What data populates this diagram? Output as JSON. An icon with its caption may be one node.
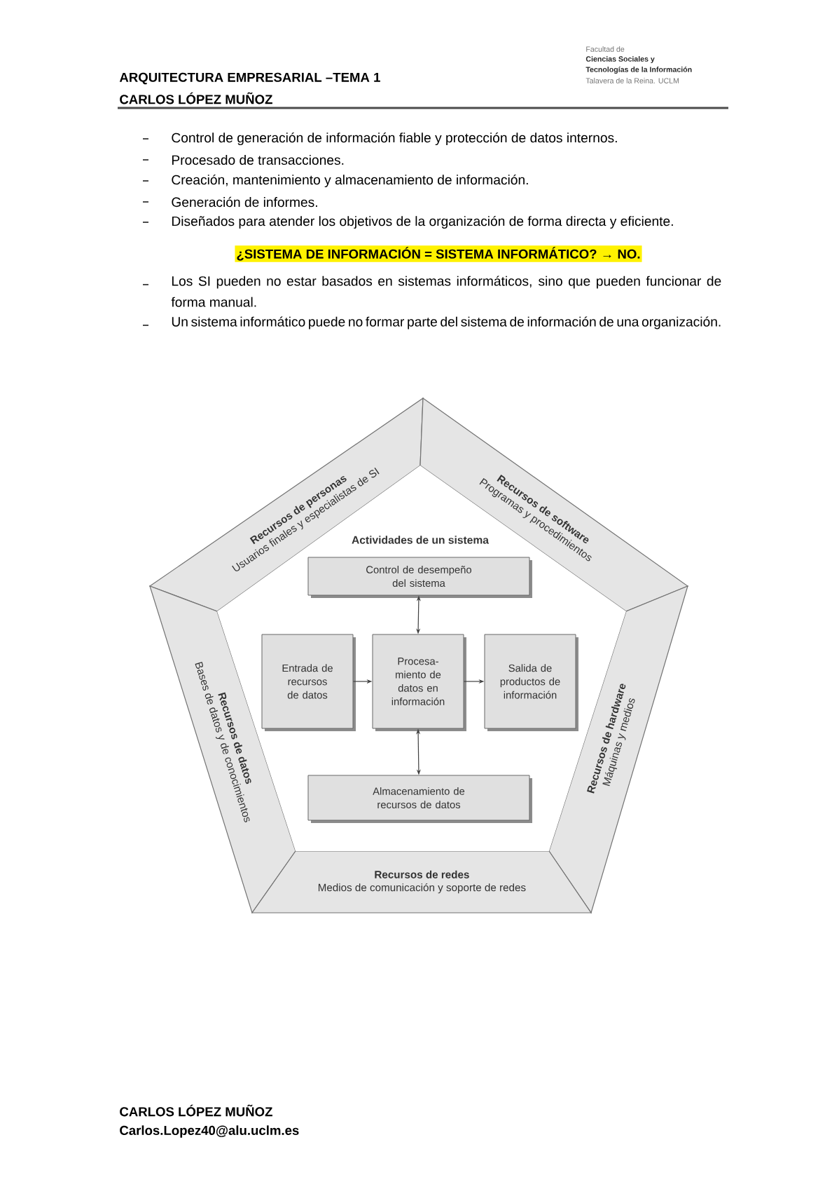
{
  "diagram": {
    "nodes": [
      {
        "text": [
          "Recursos de personas",
          "Usuarios finales y especialistas de SI"
        ]
      },
      {
        "text": [
          "Recursos de software",
          "Programas y procedimientos"
        ]
      },
      {
        "text": [
          "Recursos de datos",
          "Bases de datos y de conocimientos"
        ]
      },
      {
        "text": [
          "Recursos de hardware",
          "Máquinas y medios"
        ]
      },
      {
        "text": [
          "Recursos de redes",
          "Medios de comunicación y soporte de redes"
        ]
      },
      {
        "text": [
          "Actividades de un sistema"
        ]
      },
      {
        "text": [
          "Control de desempeño del sistema"
        ],
        "in": 5
      },
      {
        "text": [
          "Entrada de recursos de datos"
        ],
        "in": 5
      },
      {
        "text": [
          "Procesa- miento de datos en información"
        ],
        "in": 5
      },
      {
        "text": [
          "Salida de productos de información"
        ],
        "in": 5
      },
      {
        "text": [
          "Almacenamiento de recursos de datos"
        ],
        "in": 5
      }
    ],
    "edges": [
      {
        "from": 6,
        "to": 8,
        "arrow": "both"
      },
      {
        "from": 7,
        "to": 8,
        "arrow": "to"
      },
      {
        "from": 8,
        "to": 9,
        "arrow": "to"
      },
      {
        "from": 8,
        "to": 10,
        "arrow": "both"
      }
    ],
    "labels": [
      "ARQUITECTURA EMPRESARIAL –TEMA 1",
      "CARLOS LÓPEZ MUÑOZ",
      "Facultad de",
      "Ciencias Sociales y",
      "Tecnologías de la Información",
      "Talavera de la Reina. UCLM",
      "Control de generación de información fiable y protección de datos internos.",
      "Procesado de transacciones.",
      "Creación, mantenimiento y almacenamiento de información.",
      "Generación de informes.",
      "Diseñados para atender los objetivos de la organización de forma directa y eficiente.",
      "¿SISTEMA DE INFORMACIÓN = SISTEMA INFORMÁTICO? → NO.",
      "Los SI pueden no estar basados en sistemas informáticos, sino que pueden funcionar de forma manual.",
      "Un sistema informático puede no formar parte del sistema de información de una organización.",
      "CARLOS LÓPEZ MUÑOZ",
      "Carlos.Lopez40@alu.uclm.es"
    ]
  }
}
